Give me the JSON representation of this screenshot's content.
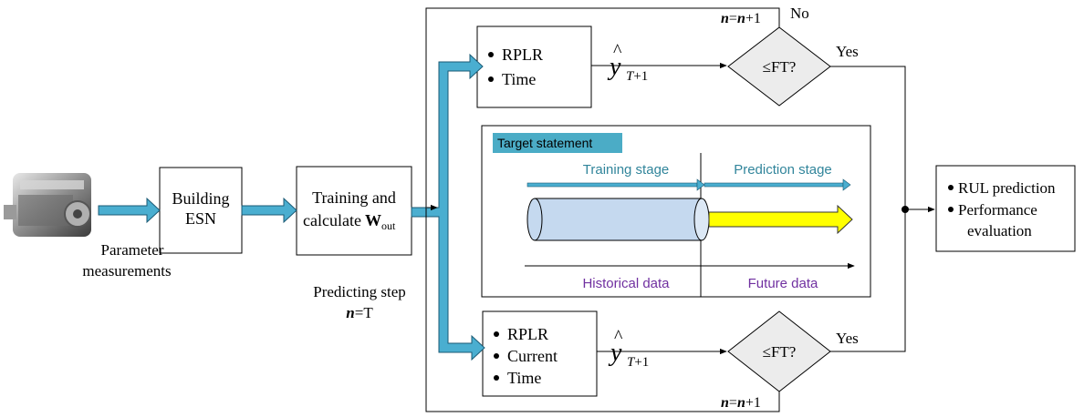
{
  "labels": {
    "measure_line1": "Parameter",
    "measure_line2": "measurements",
    "build_line1": "Building",
    "build_line2": "ESN",
    "train_line1": "Training and",
    "train_line2": "calculate",
    "train_w": "W",
    "train_sub": "out",
    "predict_line1": "Predicting step",
    "predict_n": "n",
    "predict_eq": "=T",
    "top_b1": "RPLR",
    "top_b2": "Time",
    "bot_b1": "RPLR",
    "bot_b2": "Current",
    "bot_b3": "Time",
    "yhat_y": "y",
    "yhat_sub_T": "T",
    "yhat_sub_rest": "+1",
    "diamond_top": "≤FT?",
    "diamond_bot": "≤FT?",
    "yes_top": "Yes",
    "yes_bot": "Yes",
    "no_top": "No",
    "n_top_a": "n",
    "n_top_eq": "=",
    "n_top_b": "n",
    "n_top_c": "+1",
    "n_bot_a": "n",
    "n_bot_eq": "=",
    "n_bot_b": "n",
    "n_bot_c": "+1",
    "target_title": "Target statement",
    "training_stage": "Training stage",
    "prediction_stage": "Prediction stage",
    "historical": "Historical data",
    "future": "Future data",
    "out_b1": "RUL prediction",
    "out_b2": "Performance",
    "out_b3": "evaluation"
  },
  "colors": {
    "arrow_fill": "#4aaed0",
    "arrow_stroke": "#1a5a75",
    "cylinder_fill": "#c5d9ef",
    "yellow_arrow": "#ffff00",
    "target_title_bg": "#4bacc6",
    "purple_text": "#7030a0",
    "teal_text": "#31859b",
    "diamond_fill": "#ececec"
  }
}
